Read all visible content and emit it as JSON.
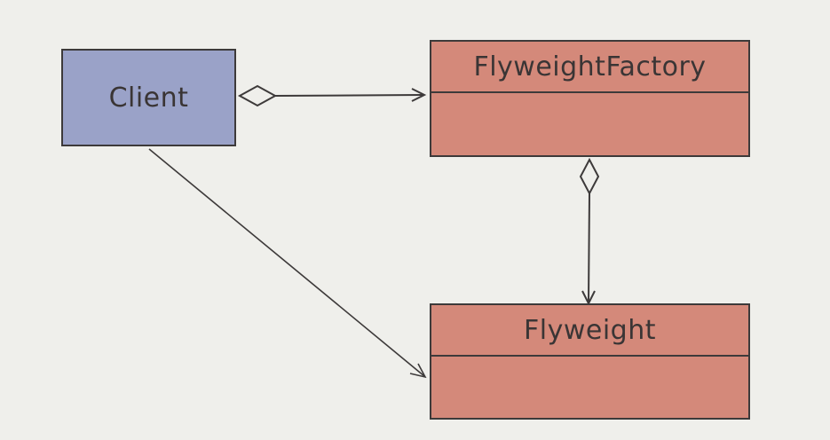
{
  "diagram": {
    "colors": {
      "background": "#efefeb",
      "client_fill": "#9aa2c8",
      "class_fill": "#d4897a",
      "stroke": "#3d3a3a",
      "text": "#3a3535"
    },
    "classes": {
      "client": {
        "name": "Client"
      },
      "factory": {
        "name": "FlyweightFactory"
      },
      "flyweight": {
        "name": "Flyweight"
      }
    },
    "relations": [
      {
        "from": "Client",
        "to": "FlyweightFactory",
        "type": "aggregation"
      },
      {
        "from": "FlyweightFactory",
        "to": "Flyweight",
        "type": "aggregation"
      },
      {
        "from": "Client",
        "to": "Flyweight",
        "type": "association"
      }
    ]
  }
}
